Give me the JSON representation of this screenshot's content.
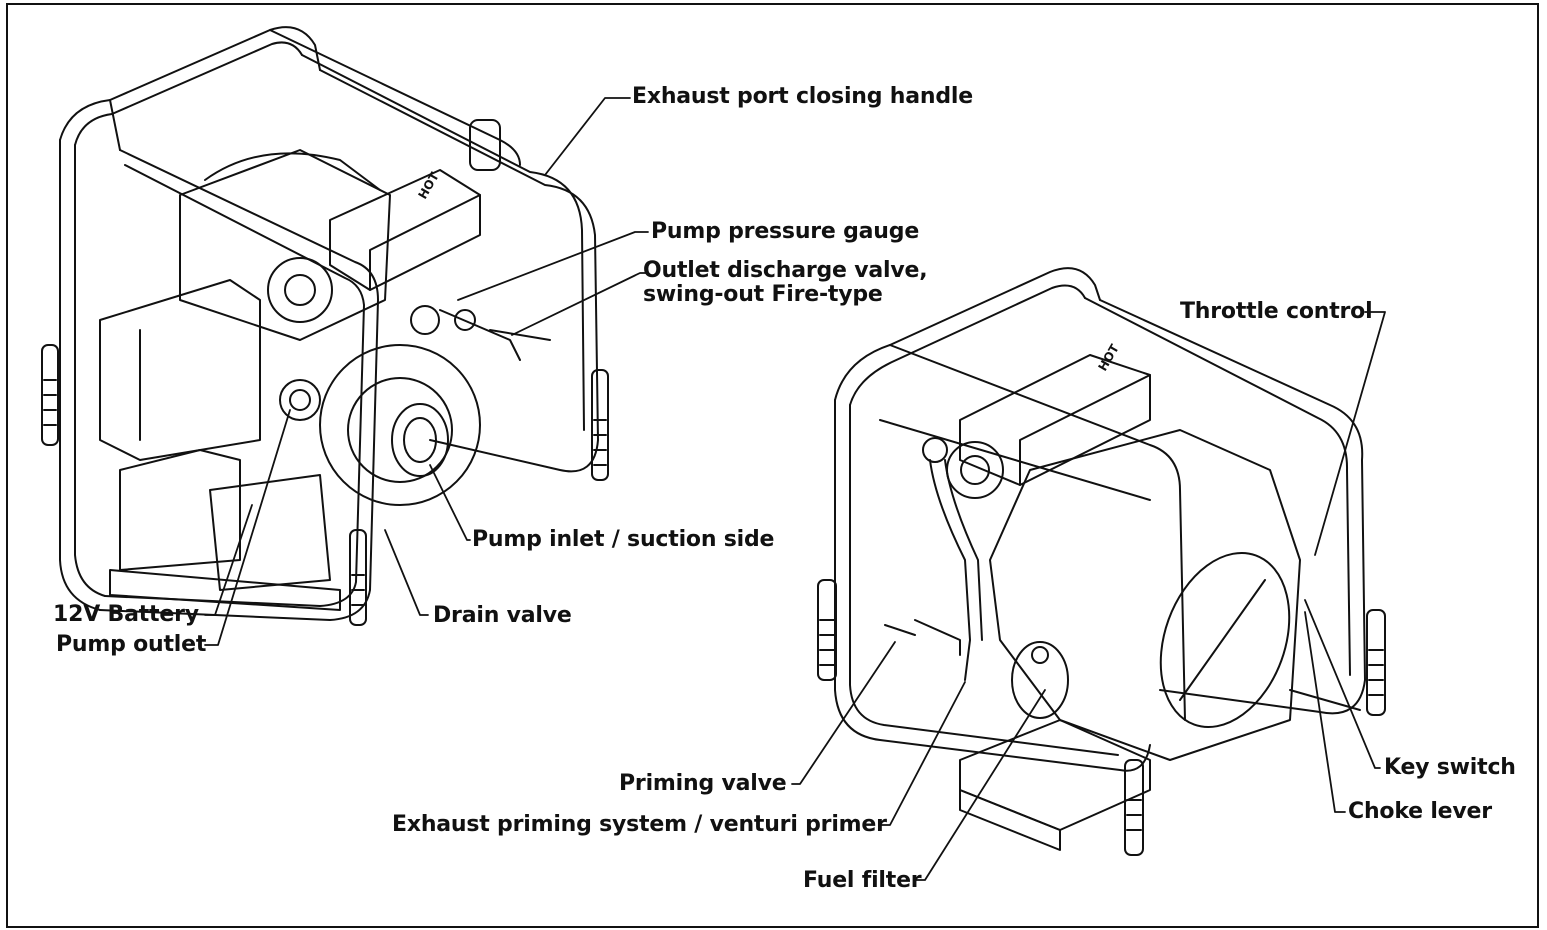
{
  "labels": {
    "exhaust_port_closing_handle": "Exhaust port closing handle",
    "pump_pressure_gauge": "Pump pressure gauge",
    "outlet_discharge_valve_line1": "Outlet discharge valve,",
    "outlet_discharge_valve_line2": "swing-out Fire-type",
    "throttle_control": "Throttle control",
    "pump_inlet": "Pump inlet / suction side",
    "battery": "12V Battery",
    "pump_outlet": "Pump outlet",
    "drain_valve": "Drain valve",
    "priming_valve": "Priming valve",
    "exhaust_priming_system": "Exhaust priming system / venturi primer",
    "fuel_filter": "Fuel filter",
    "key_switch": "Key switch",
    "choke_lever": "Choke lever"
  },
  "engraved": {
    "hot_left": "HOT",
    "hot_right": "HOT"
  }
}
